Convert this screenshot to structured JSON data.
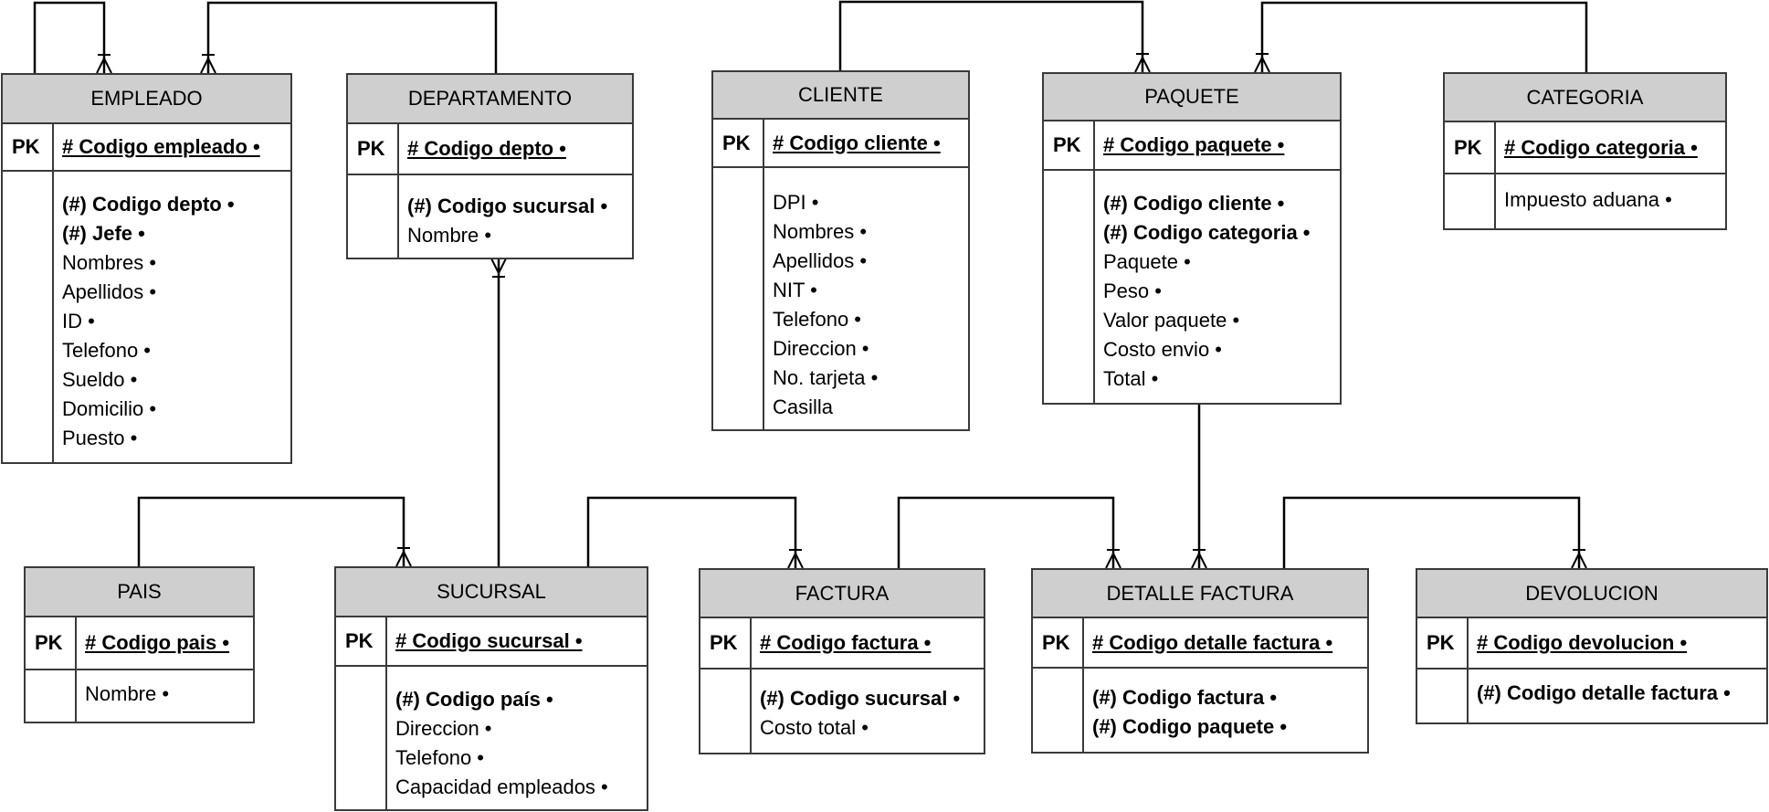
{
  "entities": {
    "empleado": {
      "name": "EMPLEADO",
      "pk_label": "PK",
      "pk": "# Codigo empleado •",
      "fks": [
        "(#) Codigo depto •",
        "(#) Jefe •"
      ],
      "attrs": [
        "Nombres •",
        "Apellidos •",
        "ID •",
        "Telefono •",
        "Sueldo •",
        "Domicilio •",
        "Puesto •"
      ]
    },
    "departamento": {
      "name": "DEPARTAMENTO",
      "pk_label": "PK",
      "pk": "# Codigo depto •",
      "fks": [
        "(#) Codigo sucursal •"
      ],
      "attrs": [
        "Nombre •"
      ]
    },
    "cliente": {
      "name": "CLIENTE",
      "pk_label": "PK",
      "pk": "# Codigo cliente •",
      "fks": [],
      "attrs": [
        "DPI •",
        "Nombres •",
        "Apellidos •",
        "NIT •",
        "Telefono •",
        "Direccion •",
        "No. tarjeta •",
        "Casilla"
      ]
    },
    "paquete": {
      "name": "PAQUETE",
      "pk_label": "PK",
      "pk": "# Codigo paquete •",
      "fks": [
        "(#) Codigo cliente •",
        "(#) Codigo categoria •"
      ],
      "attrs": [
        "Paquete •",
        "Peso •",
        "Valor paquete •",
        "Costo envio •",
        "Total •"
      ]
    },
    "categoria": {
      "name": "CATEGORIA",
      "pk_label": "PK",
      "pk": "# Codigo categoria •",
      "fks": [],
      "attrs": [
        "Impuesto aduana •"
      ]
    },
    "pais": {
      "name": "PAIS",
      "pk_label": "PK",
      "pk": "# Codigo pais •",
      "fks": [],
      "attrs": [
        "Nombre •"
      ]
    },
    "sucursal": {
      "name": "SUCURSAL",
      "pk_label": "PK",
      "pk": "# Codigo sucursal •",
      "fks": [
        "(#) Codigo país •"
      ],
      "attrs": [
        "Direccion •",
        "Telefono •",
        "Capacidad empleados •"
      ]
    },
    "factura": {
      "name": "FACTURA",
      "pk_label": "PK",
      "pk": "# Codigo factura •",
      "fks": [
        "(#) Codigo sucursal •"
      ],
      "attrs": [
        "Costo total •"
      ]
    },
    "detalle": {
      "name": "DETALLE FACTURA",
      "pk_label": "PK",
      "pk": "# Codigo detalle factura •",
      "fks": [
        "(#) Codigo factura  •",
        "(#) Codigo paquete •"
      ],
      "attrs": []
    },
    "devolucion": {
      "name": "DEVOLUCION",
      "pk_label": "PK",
      "pk": "# Codigo devolucion •",
      "fks": [
        "(#) Codigo detalle factura •"
      ],
      "attrs": []
    }
  }
}
